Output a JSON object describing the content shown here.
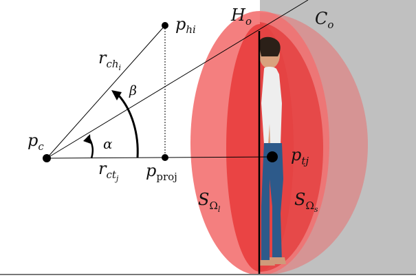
{
  "labels": {
    "p_hi": {
      "base": "p",
      "sub": "hi"
    },
    "H_o": {
      "base": "H",
      "sub": "o"
    },
    "C_o": {
      "base": "C",
      "sub": "o"
    },
    "r_ch_i": {
      "base": "r",
      "sub": "ch",
      "subsub": "i"
    },
    "beta": "β",
    "alpha": "α",
    "p_c": {
      "base": "p",
      "sub": "c"
    },
    "r_ct_j": {
      "base": "r",
      "sub": "ct",
      "subsub": "j"
    },
    "p_proj": {
      "base": "p",
      "sub": "proj"
    },
    "p_tj": {
      "base": "p",
      "sub": "tj"
    },
    "S_omega_l": {
      "base": "S",
      "sub": "Ω",
      "subsub": "l"
    },
    "S_omega_s": {
      "base": "S",
      "sub": "Ω",
      "subsub": "s"
    }
  },
  "colors": {
    "outer_ellipse": "#f47f7f",
    "inner_ellipse": "#e83a3a",
    "right_region": "#c0c0c0",
    "line": "#000000"
  }
}
